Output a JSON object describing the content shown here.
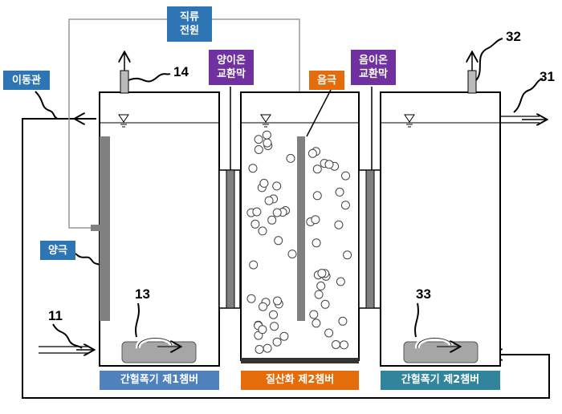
{
  "labels": {
    "dc_power": "직류\n전원",
    "transfer_pipe": "이동관",
    "cation_membrane": "양이온\n교환막",
    "anion_membrane": "음이온\n교환막",
    "cathode": "음극",
    "anode": "양극"
  },
  "chambers": {
    "first": "간헐폭기 제1챔버",
    "middle": "질산화 제2챔버",
    "second": "간헐폭기 제2챔버"
  },
  "numbers": {
    "n14": "14",
    "n32": "32",
    "n31": "31",
    "n11": "11",
    "n13": "13",
    "n33": "33"
  },
  "colors": {
    "blue": "#2e75b6",
    "purple": "#7030a0",
    "orange": "#e46c0a",
    "chamber_teal": "#31849b",
    "electrode_gray": "#808080"
  }
}
